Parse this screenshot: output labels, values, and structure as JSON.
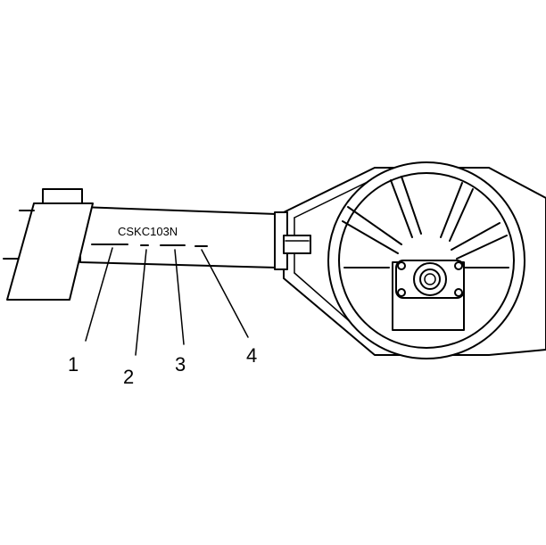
{
  "diagram": {
    "stamp_code": "CSKC103N",
    "callouts": [
      {
        "id": "1",
        "label": "1"
      },
      {
        "id": "2",
        "label": "2"
      },
      {
        "id": "3",
        "label": "3"
      },
      {
        "id": "4",
        "label": "4"
      }
    ]
  }
}
